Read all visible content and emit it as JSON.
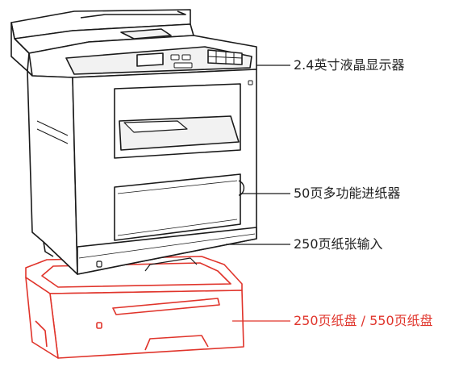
{
  "callouts": {
    "lcd": "2.4英寸液晶显示器",
    "multipurpose_feeder": "50页多功能进纸器",
    "paper_input": "250页纸张输入",
    "optional_tray": "250页纸盘 / 550页纸盘"
  },
  "colors": {
    "outline": "#1a1a1a",
    "accent": "#e0342b",
    "body_fill": "#ffffff",
    "shade_fill": "#f2f2f2"
  }
}
